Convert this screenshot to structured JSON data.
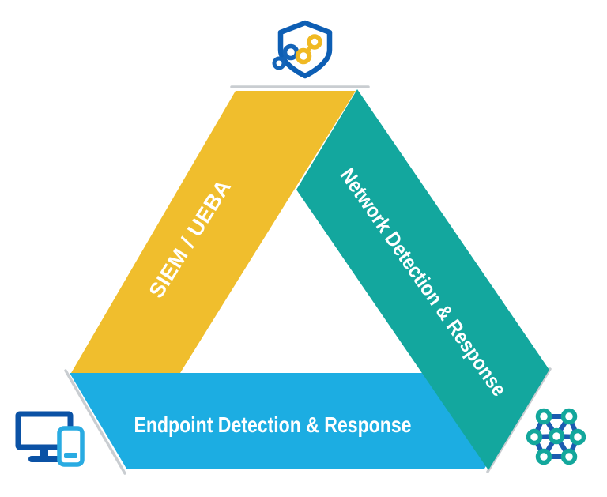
{
  "diagram": {
    "background_color": "#FFFFFF",
    "bands": {
      "siem": {
        "label": "SIEM / UEBA",
        "color": "#F0BE2D",
        "text_color": "#FFFFFF"
      },
      "ndr": {
        "label": "Network Detection & Response",
        "color": "#13A79E",
        "text_color": "#FFFFFF"
      },
      "edr": {
        "label": "Endpoint Detection & Response",
        "color": "#1CADE2",
        "text_color": "#FFFFFF"
      }
    },
    "edge_line_color": "#C9CDD1",
    "icons": {
      "shield_network": {
        "name": "shield-network-icon",
        "shield_color": "#0D5EB4",
        "node_blue": "#1464B8",
        "node_yellow": "#F0B923"
      },
      "endpoint_devices": {
        "name": "monitor-phone-icon",
        "monitor_color": "#0B52A5",
        "phone_color": "#29ABE2"
      },
      "network_mesh": {
        "name": "network-mesh-icon",
        "ring_color": "#13A79C",
        "connector_color": "#1B5CB0"
      }
    }
  }
}
